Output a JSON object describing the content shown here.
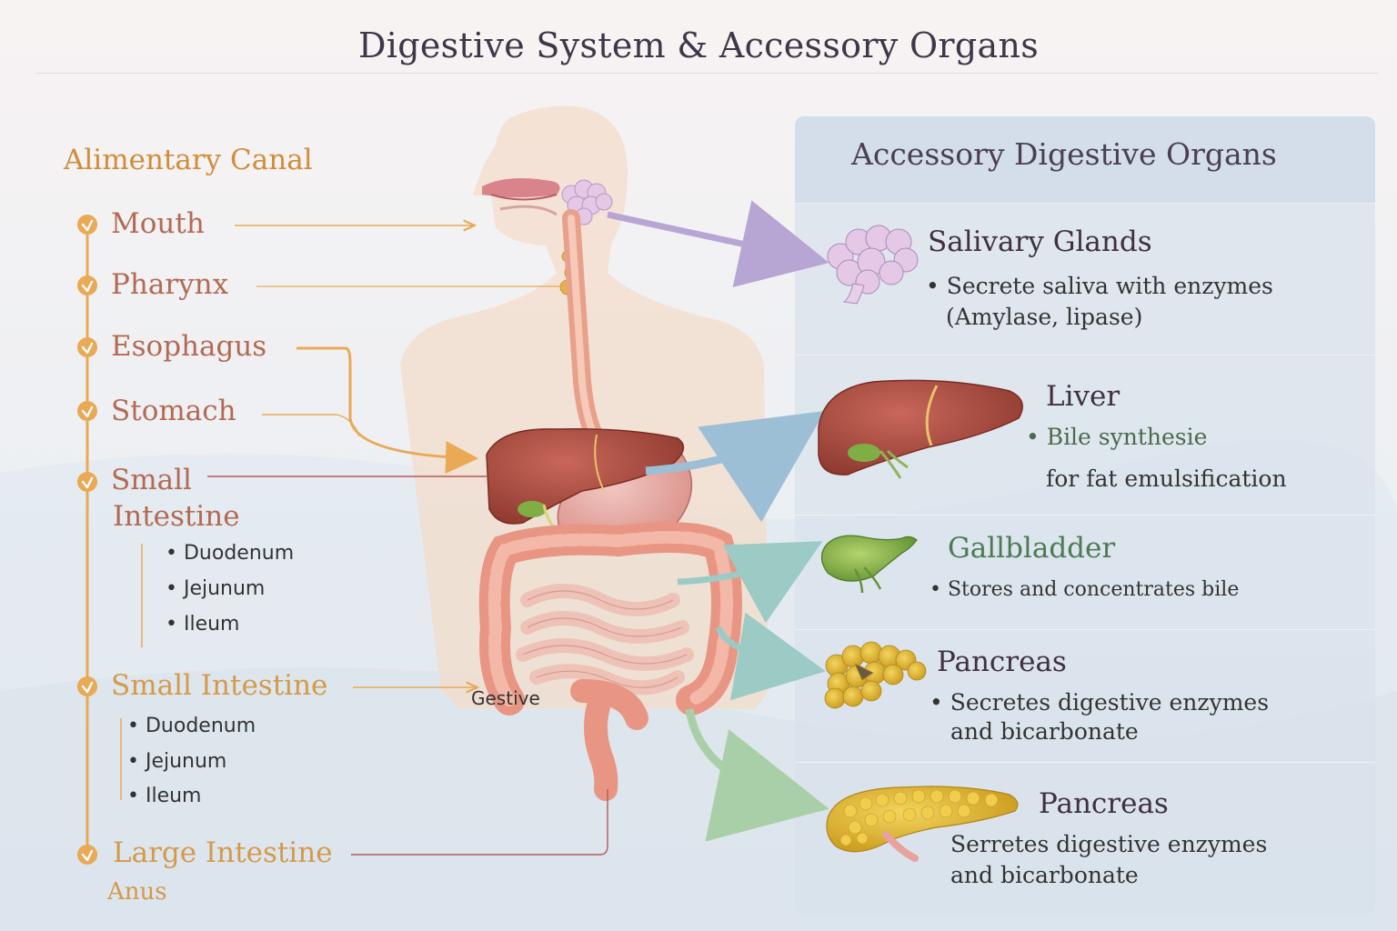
{
  "title": "Digestive System & Accessory Organs",
  "left": {
    "heading": "Alimentary Canal",
    "items": [
      {
        "label": "Mouth"
      },
      {
        "label": "Pharynx"
      },
      {
        "label": "Esophagus"
      },
      {
        "label": "Stomach"
      },
      {
        "label_line1": "Small",
        "label_line2": "Intestine",
        "subs": [
          "• Duodenum",
          "• Jejunum",
          "• Ileum"
        ]
      },
      {
        "label": "Small Intestine",
        "subs": [
          "• Duodenum",
          "• Jejunum",
          "• Ileum"
        ]
      },
      {
        "label": "Large Intestine"
      }
    ],
    "anus": "Anus"
  },
  "center_label": "Gestive",
  "right": {
    "heading": "Accessory Digestive Organs",
    "organs": [
      {
        "name": "Salivary Glands",
        "desc_line1": "• Secrete saliva with enzymes",
        "desc_line2": "(Amylase, lipase)"
      },
      {
        "name": "Liver",
        "desc_line1": "• Bile synthesie",
        "desc_line2": "for fat emulsification"
      },
      {
        "name": "Gallbladder",
        "desc_line1": "• Stores and concentrates bile"
      },
      {
        "name": "Pancreas",
        "desc_line1": "• Secretes digestive enzymes",
        "desc_line2": "and bicarbonate"
      },
      {
        "name": "Pancreas",
        "desc_line1": "Serretes digestive enzymes",
        "desc_line2": "and bicarbonate"
      }
    ]
  },
  "colors": {
    "timeline": "#e9a955",
    "liver": "#a8483a",
    "gallbladder": "#7fae45",
    "pancreas": "#e2b92c",
    "salivary": "#c9a9d6"
  }
}
